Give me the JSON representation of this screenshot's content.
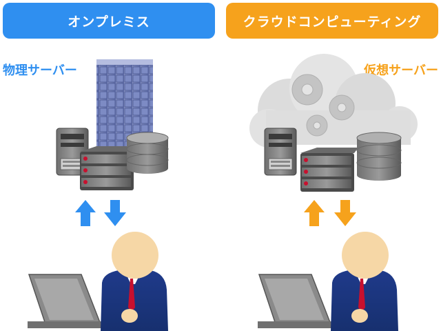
{
  "colors": {
    "onprem": "#2f8ff0",
    "cloud": "#f6a21c",
    "arrow_onprem": "#2f8ff0",
    "arrow_cloud": "#f6a21c"
  },
  "onprem": {
    "header": "オンプレミス",
    "label": "物理サーバー"
  },
  "cloud": {
    "header": "クラウドコンピューティング",
    "label": "仮想サーバー"
  },
  "icons": [
    "office-building-icon",
    "cloud-icon",
    "gear-icon",
    "server-tower-icon",
    "rack-server-icon",
    "database-icon",
    "up-arrow-icon",
    "down-arrow-icon",
    "businessman-icon",
    "laptop-icon"
  ]
}
